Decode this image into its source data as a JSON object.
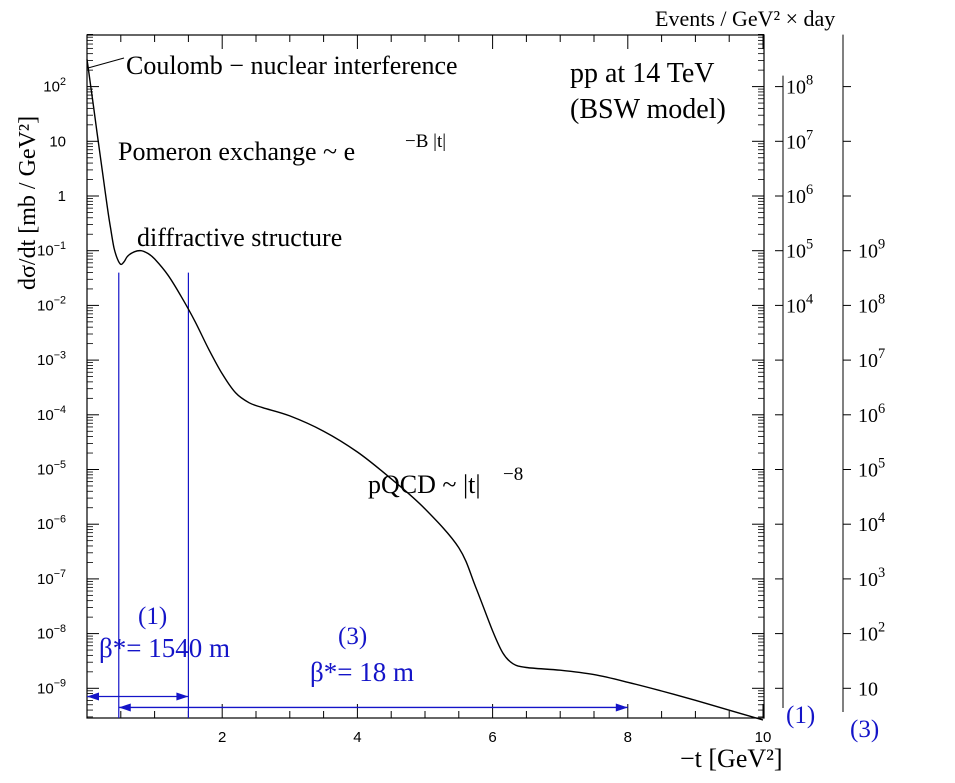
{
  "chart_data": {
    "type": "line",
    "title": "pp at 14 TeV",
    "subtitle": "(BSW model)",
    "xlabel": "−t [GeV²]",
    "ylabel": "dσ/dt [mb / GeV²]",
    "right_axis_title": "Events / GeV² × day",
    "xlim": [
      0,
      10
    ],
    "ylim_log10": [
      -9.6,
      3.1
    ],
    "yscale": "log",
    "grid": false,
    "x_ticks": [
      "2",
      "4",
      "6",
      "8",
      "10"
    ],
    "y_ticks": [
      {
        "base": "10",
        "exp": "2",
        "log": 2
      },
      {
        "base": "10",
        "exp": "",
        "log": 1
      },
      {
        "base": "1",
        "exp": "",
        "log": 0
      },
      {
        "base": "10",
        "exp": "−1",
        "log": -1
      },
      {
        "base": "10",
        "exp": "−2",
        "log": -2
      },
      {
        "base": "10",
        "exp": "−3",
        "log": -3
      },
      {
        "base": "10",
        "exp": "−4",
        "log": -4
      },
      {
        "base": "10",
        "exp": "−5",
        "log": -5
      },
      {
        "base": "10",
        "exp": "−6",
        "log": -6
      },
      {
        "base": "10",
        "exp": "−7",
        "log": -7
      },
      {
        "base": "10",
        "exp": "−8",
        "log": -8
      },
      {
        "base": "10",
        "exp": "−9",
        "log": -9
      }
    ],
    "axis1": {
      "label": "(1)",
      "ticks": [
        {
          "base": "10",
          "exp": "8",
          "log": 2,
          "labeled": true
        },
        {
          "base": "10",
          "exp": "7",
          "log": 1,
          "labeled": true
        },
        {
          "base": "10",
          "exp": "6",
          "log": 0,
          "labeled": true
        },
        {
          "base": "10",
          "exp": "5",
          "log": -1,
          "labeled": true
        },
        {
          "base": "10",
          "exp": "4",
          "log": -2,
          "labeled": true
        },
        {
          "base": "",
          "exp": "",
          "log": -3,
          "labeled": false
        },
        {
          "base": "",
          "exp": "",
          "log": -4,
          "labeled": false
        },
        {
          "base": "",
          "exp": "",
          "log": -5,
          "labeled": false
        },
        {
          "base": "",
          "exp": "",
          "log": -6,
          "labeled": false
        },
        {
          "base": "",
          "exp": "",
          "log": -7,
          "labeled": false
        },
        {
          "base": "",
          "exp": "",
          "log": -8,
          "labeled": false
        },
        {
          "base": "",
          "exp": "",
          "log": -9,
          "labeled": false
        }
      ]
    },
    "axis3": {
      "label": "(3)",
      "ticks": [
        {
          "base": "",
          "exp": "",
          "log": 2,
          "labeled": false
        },
        {
          "base": "",
          "exp": "",
          "log": 1,
          "labeled": false
        },
        {
          "base": "",
          "exp": "",
          "log": 0,
          "labeled": false
        },
        {
          "base": "10",
          "exp": "9",
          "log": -1,
          "labeled": true
        },
        {
          "base": "10",
          "exp": "8",
          "log": -2,
          "labeled": true
        },
        {
          "base": "10",
          "exp": "7",
          "log": -3,
          "labeled": true
        },
        {
          "base": "10",
          "exp": "6",
          "log": -4,
          "labeled": true
        },
        {
          "base": "10",
          "exp": "5",
          "log": -5,
          "labeled": true
        },
        {
          "base": "10",
          "exp": "4",
          "log": -6,
          "labeled": true
        },
        {
          "base": "10",
          "exp": "3",
          "log": -7,
          "labeled": true
        },
        {
          "base": "10",
          "exp": "2",
          "log": -8,
          "labeled": true
        },
        {
          "base": "10",
          "exp": "",
          "log": -9,
          "labeled": true
        }
      ]
    },
    "series": [
      {
        "points": [
          [
            0.0,
            2.5
          ],
          [
            0.05,
            2.05
          ],
          [
            0.1,
            1.6
          ],
          [
            0.15,
            1.15
          ],
          [
            0.2,
            0.7
          ],
          [
            0.25,
            0.25
          ],
          [
            0.3,
            -0.2
          ],
          [
            0.35,
            -0.6
          ],
          [
            0.4,
            -0.95
          ],
          [
            0.45,
            -1.15
          ],
          [
            0.5,
            -1.25
          ],
          [
            0.55,
            -1.2
          ],
          [
            0.6,
            -1.1
          ],
          [
            0.7,
            -1.02
          ],
          [
            0.8,
            -1.0
          ],
          [
            0.9,
            -1.05
          ],
          [
            1.0,
            -1.15
          ],
          [
            1.2,
            -1.45
          ],
          [
            1.4,
            -1.85
          ],
          [
            1.6,
            -2.3
          ],
          [
            1.8,
            -2.8
          ],
          [
            2.0,
            -3.25
          ],
          [
            2.2,
            -3.6
          ],
          [
            2.4,
            -3.78
          ],
          [
            2.6,
            -3.87
          ],
          [
            3.0,
            -4.02
          ],
          [
            3.5,
            -4.3
          ],
          [
            4.0,
            -4.68
          ],
          [
            4.5,
            -5.17
          ],
          [
            5.0,
            -5.72
          ],
          [
            5.5,
            -6.43
          ],
          [
            5.75,
            -7.15
          ],
          [
            6.0,
            -7.95
          ],
          [
            6.15,
            -8.35
          ],
          [
            6.3,
            -8.55
          ],
          [
            6.5,
            -8.62
          ],
          [
            7.0,
            -8.67
          ],
          [
            7.5,
            -8.75
          ],
          [
            8.0,
            -8.89
          ],
          [
            8.5,
            -9.05
          ],
          [
            9.0,
            -9.22
          ],
          [
            9.5,
            -9.4
          ],
          [
            10.0,
            -9.58
          ]
        ]
      }
    ],
    "vlines_x": [
      0.47,
      1.5
    ],
    "annotations": {
      "coulomb": "Coulomb − nuclear interference",
      "pomeron": "Pomeron exchange ~ e",
      "pomeron_exp": "−B |t|",
      "diffractive": "diffractive structure",
      "pqcd": "pQCD ~ |t|",
      "pqcd_exp": "−8"
    },
    "ranges": [
      {
        "id": "1",
        "label_top": "(1)",
        "label": "β*= 1540 m",
        "x_from": 0.0,
        "x_to": 1.5,
        "at_log": -9.15
      },
      {
        "id": "3",
        "label_top": "(3)",
        "label": "β*= 18 m",
        "x_from": 0.47,
        "x_to": 8.0,
        "at_log": -9.35
      }
    ],
    "colors": {
      "curve": "#000000",
      "axes": "#000000",
      "blue": "#1414c8"
    }
  }
}
